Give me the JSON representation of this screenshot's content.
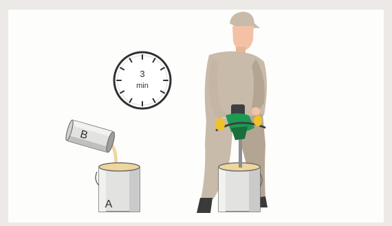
{
  "timer": {
    "value": "3",
    "unit": "min"
  },
  "can_b": {
    "label": "B"
  },
  "can_a": {
    "label": "A"
  },
  "colors": {
    "frame": "#ece9e6",
    "panel": "#fdfdfc",
    "worker": "#c9bba9",
    "worker_shadow": "#b4a592",
    "skin": "#f3c2a6",
    "mixer_green": "#1e9a52",
    "mixer_yellow": "#f0c22a",
    "mixer_dark": "#3c4042",
    "can_body": "#e2e2e0",
    "can_shade": "#bfc0bf",
    "liquid": "#efd59e",
    "boot": "#3a3a3a"
  }
}
